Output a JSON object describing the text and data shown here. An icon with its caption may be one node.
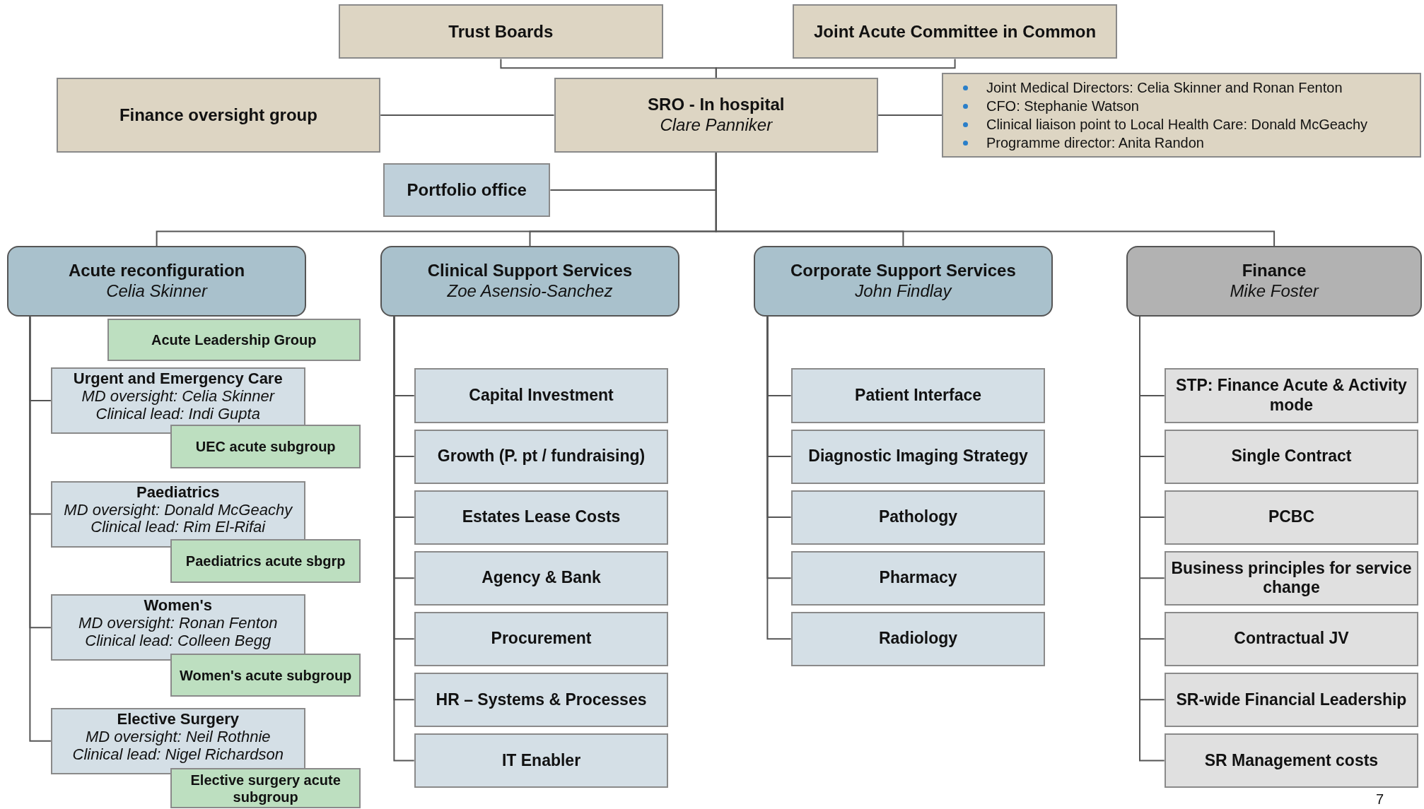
{
  "diagram": {
    "nodes": [
      {
        "text": [
          "Trust Boards"
        ]
      },
      {
        "text": [
          "Joint Acute Committee in Common"
        ]
      },
      {
        "text": [
          "Finance oversight group"
        ]
      },
      {
        "text": [
          "SRO - In hospital",
          "Clare Panniker"
        ]
      },
      {
        "text": [
          "Joint Medical Directors: Celia Skinner and Ronan Fenton",
          "CFO:  Stephanie Watson",
          "Clinical liaison point to Local Health Care: Donald McGeachy",
          "Programme director: Anita Randon"
        ]
      },
      {
        "text": [
          "Portfolio office"
        ]
      },
      {
        "text": [
          "Acute reconfiguration",
          "Celia Skinner"
        ]
      },
      {
        "text": [
          "Clinical Support Services",
          "Zoe Asensio-Sanchez"
        ]
      },
      {
        "text": [
          "Corporate Support Services",
          "John Findlay"
        ]
      },
      {
        "text": [
          "Finance",
          "Mike Foster"
        ]
      },
      {
        "text": [
          "Acute Leadership Group"
        ]
      },
      {
        "text": [
          "Urgent and Emergency Care",
          "MD oversight: Celia Skinner",
          "Clinical lead: Indi Gupta"
        ]
      },
      {
        "text": [
          "UEC acute subgroup"
        ]
      },
      {
        "text": [
          "Paediatrics",
          "MD oversight: Donald McGeachy",
          "Clinical lead: Rim El-Rifai"
        ]
      },
      {
        "text": [
          "Paediatrics acute sbgrp"
        ]
      },
      {
        "text": [
          "Women's",
          "MD oversight: Ronan Fenton",
          "Clinical lead: Colleen Begg"
        ]
      },
      {
        "text": [
          "Women's acute subgroup"
        ]
      },
      {
        "text": [
          "Elective Surgery",
          "MD oversight: Neil Rothnie",
          "Clinical lead: Nigel Richardson"
        ]
      },
      {
        "text": [
          "Elective surgery acute subgroup"
        ]
      },
      {
        "text": [
          "Capital Investment"
        ]
      },
      {
        "text": [
          "Growth (P. pt / fundraising)"
        ]
      },
      {
        "text": [
          "Estates Lease Costs"
        ]
      },
      {
        "text": [
          "Agency & Bank"
        ]
      },
      {
        "text": [
          "Procurement"
        ]
      },
      {
        "text": [
          "HR – Systems & Processes"
        ]
      },
      {
        "text": [
          "IT Enabler"
        ]
      },
      {
        "text": [
          "Patient Interface"
        ]
      },
      {
        "text": [
          "Diagnostic Imaging Strategy"
        ]
      },
      {
        "text": [
          "Pathology"
        ]
      },
      {
        "text": [
          "Pharmacy"
        ]
      },
      {
        "text": [
          "Radiology"
        ]
      },
      {
        "text": [
          "STP: Finance Acute & Activity mode"
        ]
      },
      {
        "text": [
          "Single Contract"
        ]
      },
      {
        "text": [
          "PCBC"
        ]
      },
      {
        "text": [
          "Business principles for service change"
        ]
      },
      {
        "text": [
          "Contractual JV"
        ]
      },
      {
        "text": [
          "SR-wide Financial Leadership"
        ]
      },
      {
        "text": [
          "SR Management costs"
        ]
      }
    ],
    "edges": [
      {
        "from": 0,
        "to": 3,
        "arrow": "none"
      },
      {
        "from": 1,
        "to": 3,
        "arrow": "none"
      },
      {
        "from": 3,
        "to": 2,
        "arrow": "none"
      },
      {
        "from": 3,
        "to": 4,
        "arrow": "none"
      },
      {
        "from": 3,
        "to": 5,
        "arrow": "none"
      },
      {
        "from": 3,
        "to": 6,
        "arrow": "none"
      },
      {
        "from": 3,
        "to": 7,
        "arrow": "none"
      },
      {
        "from": 3,
        "to": 8,
        "arrow": "none"
      },
      {
        "from": 3,
        "to": 9,
        "arrow": "none"
      },
      {
        "from": 6,
        "to": 11,
        "arrow": "none"
      },
      {
        "from": 6,
        "to": 13,
        "arrow": "none"
      },
      {
        "from": 6,
        "to": 15,
        "arrow": "none"
      },
      {
        "from": 6,
        "to": 17,
        "arrow": "none"
      },
      {
        "from": 7,
        "to": 19,
        "arrow": "none"
      },
      {
        "from": 7,
        "to": 20,
        "arrow": "none"
      },
      {
        "from": 7,
        "to": 21,
        "arrow": "none"
      },
      {
        "from": 7,
        "to": 22,
        "arrow": "none"
      },
      {
        "from": 7,
        "to": 23,
        "arrow": "none"
      },
      {
        "from": 7,
        "to": 24,
        "arrow": "none"
      },
      {
        "from": 7,
        "to": 25,
        "arrow": "none"
      },
      {
        "from": 8,
        "to": 26,
        "arrow": "none"
      },
      {
        "from": 8,
        "to": 27,
        "arrow": "none"
      },
      {
        "from": 8,
        "to": 28,
        "arrow": "none"
      },
      {
        "from": 8,
        "to": 29,
        "arrow": "none"
      },
      {
        "from": 8,
        "to": 30,
        "arrow": "none"
      },
      {
        "from": 9,
        "to": 31,
        "arrow": "none"
      },
      {
        "from": 9,
        "to": 32,
        "arrow": "none"
      },
      {
        "from": 9,
        "to": 33,
        "arrow": "none"
      },
      {
        "from": 9,
        "to": 34,
        "arrow": "none"
      },
      {
        "from": 9,
        "to": 35,
        "arrow": "none"
      },
      {
        "from": 9,
        "to": 36,
        "arrow": "none"
      },
      {
        "from": 9,
        "to": 37,
        "arrow": "none"
      }
    ],
    "labels": [
      "7"
    ]
  }
}
